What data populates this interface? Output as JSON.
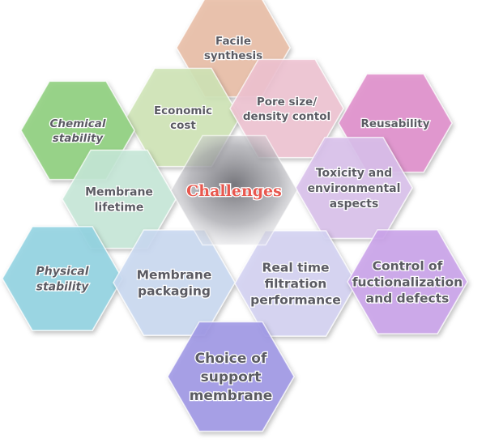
{
  "diagram": {
    "center": {
      "label": [
        "Challenges"
      ],
      "color": "#8a8a8f"
    },
    "cells": [
      {
        "id": "facile-synthesis",
        "label": [
          "Facile",
          "synthesis"
        ],
        "color": "#e9bea6",
        "italic": false
      },
      {
        "id": "economic-cost",
        "label": [
          "Economic",
          "cost"
        ],
        "color": "#cfe5b6",
        "italic": false
      },
      {
        "id": "pore-size",
        "label": [
          "Pore size/",
          "density contol"
        ],
        "color": "#efc3d2",
        "italic": false
      },
      {
        "id": "chemical-stability",
        "label": [
          "Chemical",
          "stability"
        ],
        "color": "#8fd07e",
        "italic": true
      },
      {
        "id": "reusability",
        "label": [
          "Reusability"
        ],
        "color": "#e08fcc",
        "italic": false
      },
      {
        "id": "membrane-lifetime",
        "label": [
          "Membrane",
          "lifetime"
        ],
        "color": "#c6e8d8",
        "italic": false
      },
      {
        "id": "toxicity",
        "label": [
          "Toxicity and",
          "environmental",
          "aspects"
        ],
        "color": "#dac0ec",
        "italic": false
      },
      {
        "id": "physical-stability",
        "label": [
          "Physical",
          "stability"
        ],
        "color": "#93d4e3",
        "italic": true
      },
      {
        "id": "membrane-packaging",
        "label": [
          "Membrane",
          "packaging"
        ],
        "color": "#cad9f1",
        "italic": false
      },
      {
        "id": "real-time-filtration",
        "label": [
          "Real time",
          "filtration",
          "performance"
        ],
        "color": "#d4d3f3",
        "italic": false
      },
      {
        "id": "control-functionalization",
        "label": [
          "Control of",
          "fuctionalization",
          "and defects"
        ],
        "color": "#cba3ea",
        "italic": false
      },
      {
        "id": "support-membrane",
        "label": [
          "Choice of",
          "support",
          "membrane"
        ],
        "color": "#9f97e6",
        "italic": false
      }
    ]
  }
}
